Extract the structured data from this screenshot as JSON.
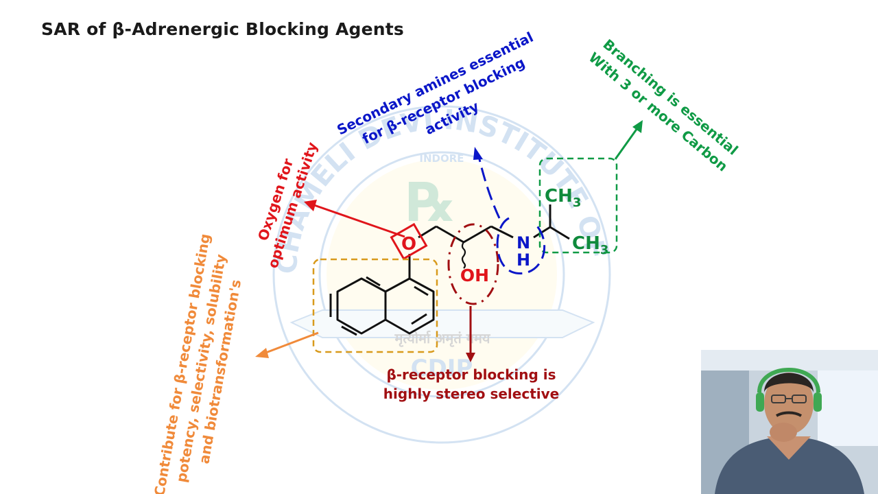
{
  "title": "SAR of β-Adrenergic Blocking Agents",
  "colors": {
    "oxygen": "#e0151b",
    "amine": "#0a16c8",
    "branch": "#0f9a45",
    "stereo": "#a10f12",
    "ring": "#f08a3a",
    "ring_box": "#d89a1c",
    "structure": "#111111",
    "watermark": "#9cc3e4"
  },
  "annotations": {
    "amine": [
      "Secondary amines essential",
      "for β-receptor blocking",
      "activity"
    ],
    "branching": [
      "Branching is essential",
      "With 3 or more Carbon"
    ],
    "oxygen": [
      "Oxygen for",
      "optimum activity"
    ],
    "ring": [
      "Contribute for β-receptor blocking",
      "potency, selectivity, solubility",
      "and biotransformation's"
    ],
    "stereo": [
      "β-receptor blocking is",
      "highly stereo selective"
    ]
  },
  "structure_labels": {
    "oxygen": "O",
    "hydroxyl": "OH",
    "nitrogen": "N",
    "hydrogen": "H",
    "methyl_top": "CH",
    "methyl_bottom": "CH",
    "subscript": "3"
  },
  "watermark": {
    "ring_text": "CHAMELI DEVI INSTITUTE OF PHARMACY",
    "city": "INDORE",
    "motto": "मृत्योर्मा अमृतं गमय",
    "abbr": "CDIP"
  }
}
